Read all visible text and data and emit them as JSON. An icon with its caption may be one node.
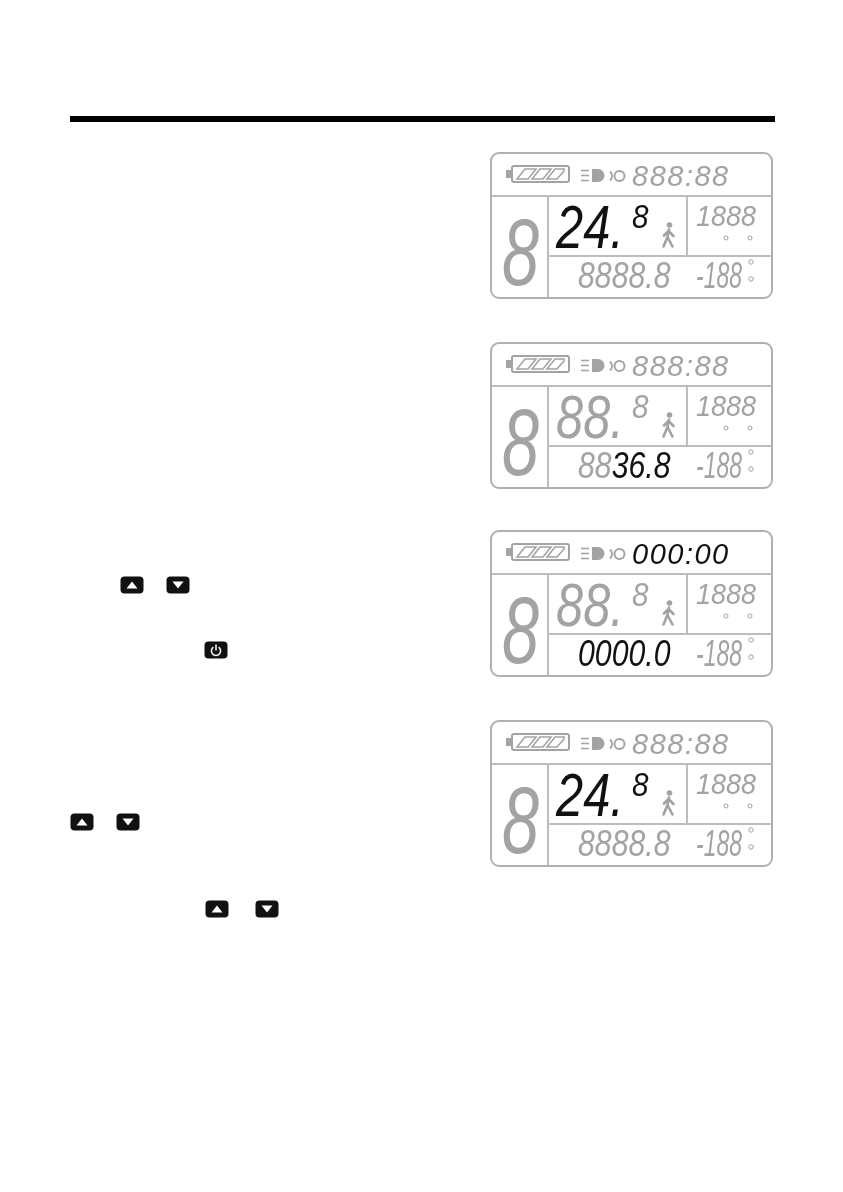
{
  "diagram": {
    "nodes": [
      {
        "text": [
          "888:88",
          "8",
          "24.",
          "8",
          "1888",
          "8888.8",
          "-188"
        ]
      },
      {
        "text": [
          "888:88",
          "8",
          "88.",
          "8",
          "1888",
          "88**36.8**",
          "-188"
        ]
      },
      {
        "text": [
          "000:00",
          "8",
          "88.",
          "8",
          "1888",
          "0000.0",
          "-188"
        ]
      },
      {
        "text": [
          "888:88",
          "8",
          "24.",
          "8",
          "1888",
          "8888.8",
          "-188"
        ]
      }
    ]
  }
}
